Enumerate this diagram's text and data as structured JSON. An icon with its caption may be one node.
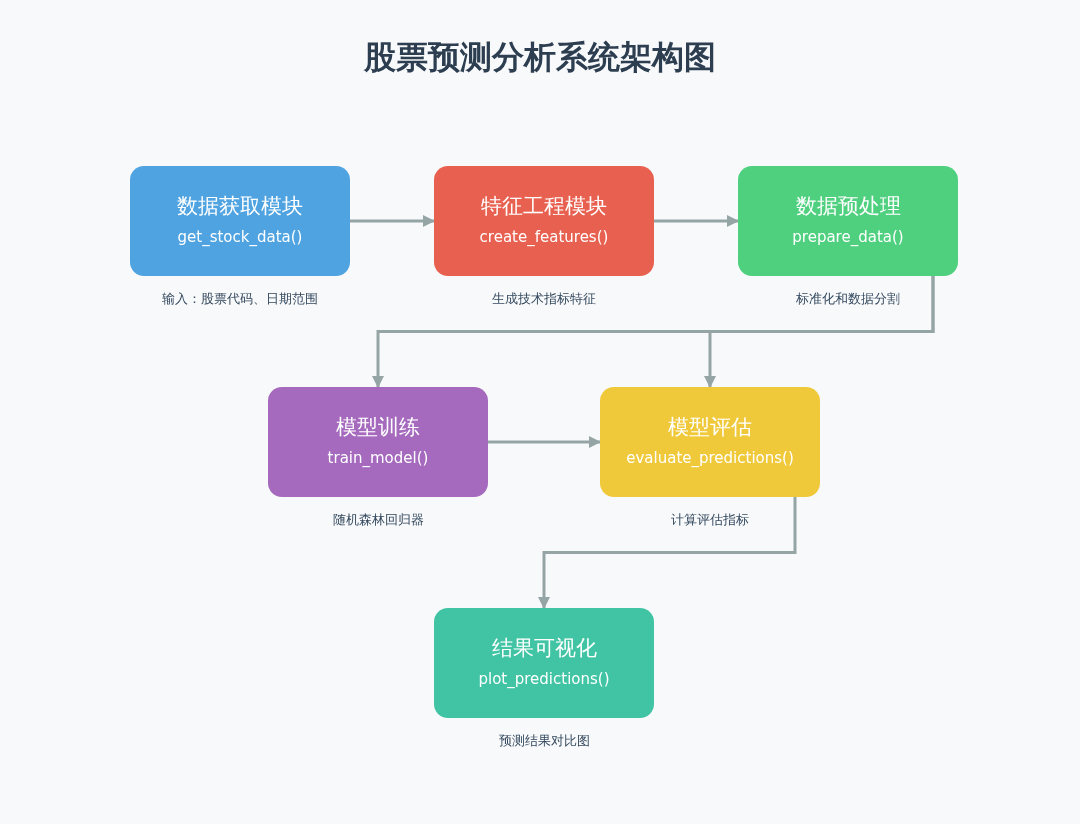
{
  "diagram": {
    "title": "股票预测分析系统架构图",
    "nodes": [
      {
        "text": [
          "数据获取模块",
          "get_stock_data()"
        ],
        "beside": [
          "输入：股票代码、日期范围"
        ]
      },
      {
        "text": [
          "特征工程模块",
          "create_features()"
        ],
        "beside": [
          "生成技术指标特征"
        ]
      },
      {
        "text": [
          "数据预处理",
          "prepare_data()"
        ],
        "beside": [
          "标准化和数据分割"
        ]
      },
      {
        "text": [
          "模型训练",
          "train_model()"
        ],
        "beside": [
          "随机森林回归器"
        ]
      },
      {
        "text": [
          "模型评估",
          "evaluate_predictions()"
        ],
        "beside": [
          "计算评估指标"
        ]
      },
      {
        "text": [
          "结果可视化",
          "plot_predictions()"
        ],
        "beside": [
          "预测结果对比图"
        ]
      }
    ],
    "edges": [
      {
        "from": 0,
        "to": 1,
        "arrow": "to"
      },
      {
        "from": 1,
        "to": 2,
        "arrow": "to"
      },
      {
        "from": 2,
        "to": 3,
        "arrow": "to"
      },
      {
        "from": 2,
        "to": 4,
        "arrow": "to"
      },
      {
        "from": 3,
        "to": 4,
        "arrow": "to"
      },
      {
        "from": 4,
        "to": 5,
        "arrow": "to"
      }
    ]
  }
}
